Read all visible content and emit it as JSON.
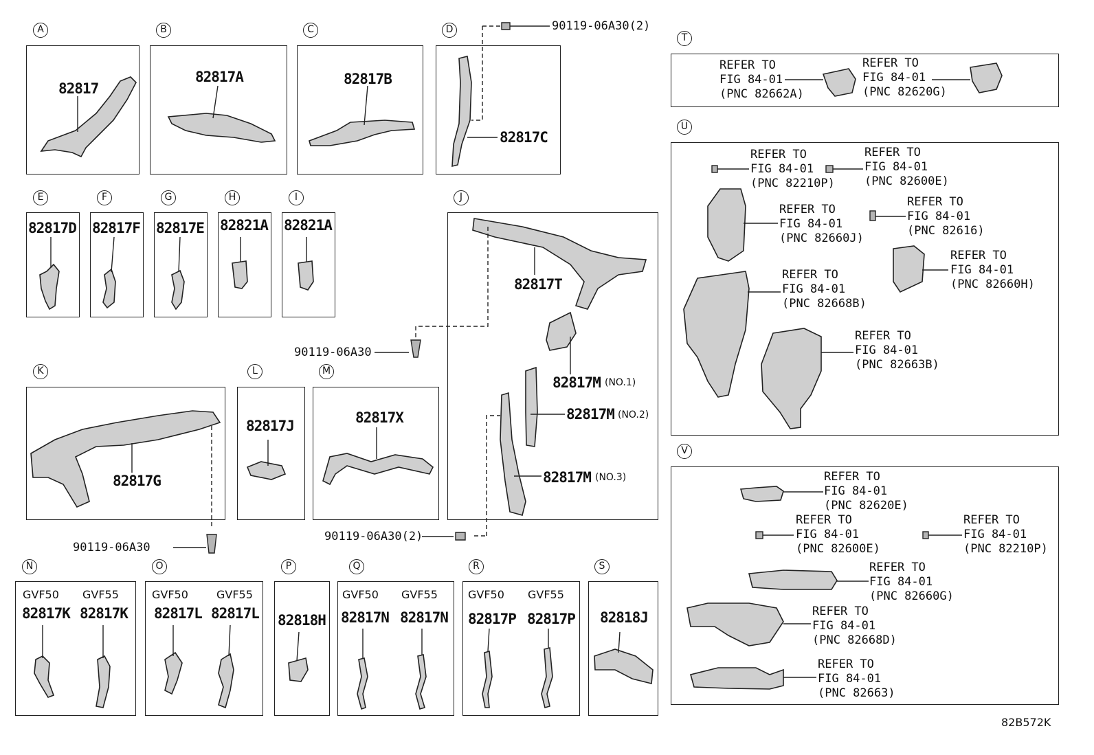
{
  "diagram_code": "82B572K",
  "sections": {
    "A": {
      "letter": "A",
      "part": "82817"
    },
    "B": {
      "letter": "B",
      "part": "82817A"
    },
    "C": {
      "letter": "C",
      "part": "82817B"
    },
    "D": {
      "letter": "D",
      "part": "82817C",
      "bolt": "90119-06A30(2)"
    },
    "E": {
      "letter": "E",
      "part": "82817D"
    },
    "F": {
      "letter": "F",
      "part": "82817F"
    },
    "G": {
      "letter": "G",
      "part": "82817E"
    },
    "H": {
      "letter": "H",
      "part": "82821A"
    },
    "I": {
      "letter": "I",
      "part": "82821A"
    },
    "J": {
      "letter": "J",
      "parts": [
        "82817T",
        "82817M",
        "82817M",
        "82817M"
      ],
      "notes": [
        "(NO.1)",
        "(NO.2)",
        "(NO.3)"
      ],
      "bolts": [
        "90119-06A30",
        "90119-06A30(2)"
      ]
    },
    "K": {
      "letter": "K",
      "part": "82817G",
      "bolt": "90119-06A30"
    },
    "L": {
      "letter": "L",
      "part": "82817J"
    },
    "M": {
      "letter": "M",
      "part": "82817X"
    },
    "N": {
      "letter": "N",
      "variants": [
        "GVF50",
        "GVF55"
      ],
      "parts": [
        "82817K",
        "82817K"
      ]
    },
    "O": {
      "letter": "O",
      "variants": [
        "GVF50",
        "GVF55"
      ],
      "parts": [
        "82817L",
        "82817L"
      ]
    },
    "P": {
      "letter": "P",
      "part": "82818H"
    },
    "Q": {
      "letter": "Q",
      "variants": [
        "GVF50",
        "GVF55"
      ],
      "parts": [
        "82817N",
        "82817N"
      ]
    },
    "R": {
      "letter": "R",
      "variants": [
        "GVF50",
        "GVF55"
      ],
      "parts": [
        "82817P",
        "82817P"
      ]
    },
    "S": {
      "letter": "S",
      "part": "82818J"
    },
    "T": {
      "letter": "T",
      "refs": [
        "REFER TO\nFIG 84-01\n(PNC 82662A)",
        "REFER TO\nFIG 84-01\n(PNC 82620G)"
      ]
    },
    "U": {
      "letter": "U",
      "refs": [
        "REFER TO\nFIG 84-01\n(PNC 82210P)",
        "REFER TO\nFIG 84-01\n(PNC 82600E)",
        "REFER TO\nFIG 84-01\n(PNC 82660J)",
        "REFER TO\nFIG 84-01\n(PNC 82616)",
        "REFER TO\nFIG 84-01\n(PNC 82660H)",
        "REFER TO\nFIG 84-01\n(PNC 82668B)",
        "REFER TO\nFIG 84-01\n(PNC 82663B)"
      ]
    },
    "V": {
      "letter": "V",
      "refs": [
        "REFER TO\nFIG 84-01\n(PNC 82620E)",
        "REFER TO\nFIG 84-01\n(PNC 82600E)",
        "REFER TO\nFIG 84-01\n(PNC 82210P)",
        "REFER TO\nFIG 84-01\n(PNC 82660G)",
        "REFER TO\nFIG 84-01\n(PNC 82668D)",
        "REFER TO\nFIG 84-01\n(PNC 82663)"
      ]
    }
  }
}
